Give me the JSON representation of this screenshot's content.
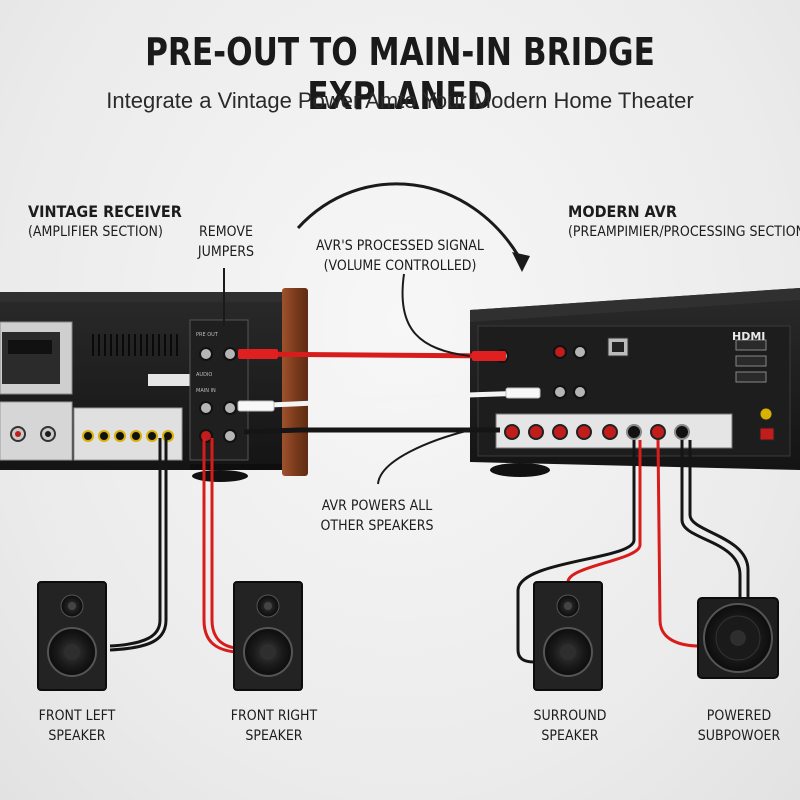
{
  "title": "PRE-OUT TO MAIN-IN BRIDGE EXPLANED",
  "subtitle": "Integrate a Vintage Power Amto Your Modern Home Theater",
  "labels": {
    "vintage_receiver": {
      "line1": "VINTAGE RECEIVER",
      "line2": "(AMPLIFIER SECTION)"
    },
    "remove_jumpers": {
      "line1": "REMOVE",
      "line2": "JUMPERS"
    },
    "processed_signal": {
      "line1": "AVR'S PROCESSED SIGNAL",
      "line2": "(VOLUME CONTROLLED)"
    },
    "modern_avr": {
      "line1": "MODERN AVR",
      "line2": "(PREAMPIMIER/PROCESSING SECTION)"
    },
    "avr_powers": {
      "line1": "AVR POWERS ALL",
      "line2": "OTHER SPEAKERS"
    },
    "front_left": {
      "line1": "FRONT LEFT",
      "line2": "SPEAKER"
    },
    "front_right": {
      "line1": "FRONT RIGHT",
      "line2": "SPEAKER"
    },
    "surround": {
      "line1": "SURROUND",
      "line2": "SPEAKER"
    },
    "subwoofer": {
      "line1": "POWERED",
      "line2": "SUBPOWOER"
    }
  },
  "device_text": {
    "avr_hdmi": "HDMI",
    "vintage_panel": "AUDIO",
    "vintage_preout": "PRE OUT",
    "vintage_mainin": "MAIN IN"
  },
  "colors": {
    "red_cable": "#d81c1c",
    "white_cable": "#f2f2f2",
    "black_cable": "#151515",
    "wood": "#8a4420",
    "chassis": "#1b1b1c"
  }
}
